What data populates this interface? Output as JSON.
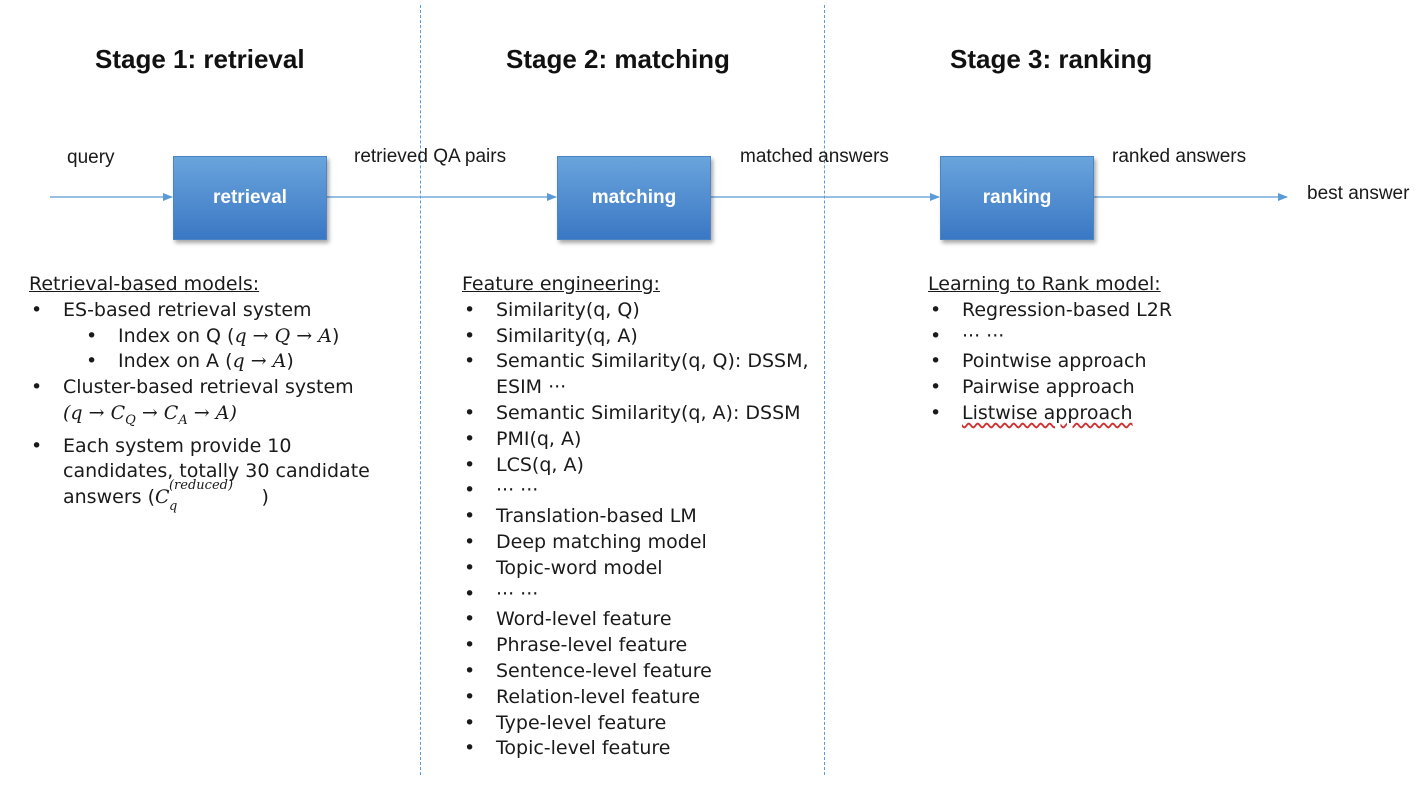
{
  "stages": {
    "s1": "Stage 1: retrieval",
    "s2": "Stage 2: matching",
    "s3": "Stage 3: ranking"
  },
  "pipeline": {
    "input_label": "query",
    "box1": "retrieval",
    "edge1_label": "retrieved QA pairs",
    "box2": "matching",
    "edge2_label": "matched answers",
    "box3": "ranking",
    "edge3_label": "ranked answers",
    "output_label": "best answer"
  },
  "retrieval_panel": {
    "heading": "Retrieval-based models:",
    "item1": "ES-based retrieval system",
    "sub1_prefix": "Index on Q (",
    "sub1_math": "q → Q → A",
    "sub1_suffix": ")",
    "sub2_prefix": "Index on A (",
    "sub2_math": "q → A",
    "sub2_suffix": ")",
    "item2_text": "Cluster-based retrieval system",
    "item2_math": "(q → C",
    "item2_sub_q": "Q",
    "item2_math_mid": " → C",
    "item2_sub_a": "A",
    "item2_math_end": " → A)",
    "item3_line1": "Each system provide 10",
    "item3_line2": "candidates, totally 30 candidate",
    "item3_line3_prefix": "answers (",
    "item3_math_base": "C",
    "item3_math_sup": "(reduced)",
    "item3_math_sub": "q",
    "item3_suffix": ")"
  },
  "matching_panel": {
    "heading": "Feature engineering:",
    "items": [
      "Similarity(q, Q)",
      "Similarity(q, A)",
      "Semantic Similarity(q, Q): DSSM,",
      "ESIM ···",
      "Semantic Similarity(q, A): DSSM",
      "PMI(q, A)",
      "LCS(q, A)",
      "··· ···",
      "Translation-based LM",
      "Deep matching model",
      "Topic-word model",
      "··· ···",
      "Word-level feature",
      "Phrase-level feature",
      "Sentence-level feature",
      "Relation-level feature",
      "Type-level feature",
      "Topic-level feature"
    ]
  },
  "ranking_panel": {
    "heading": "Learning to Rank model:",
    "items": [
      "Regression-based L2R",
      "··· ···",
      "Pointwise approach",
      "Pairwise approach",
      "Listwise approach"
    ]
  },
  "colors": {
    "accent": "#5b9bd5",
    "box_top": "#69a4dc",
    "box_bottom": "#3b78c4"
  }
}
